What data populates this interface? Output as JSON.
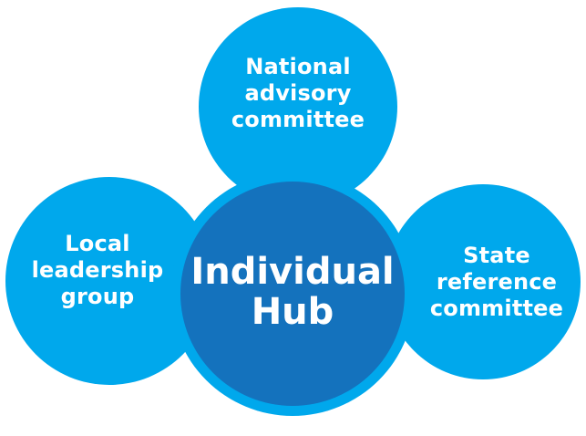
{
  "colors": {
    "outer_circle": "#00a8ec",
    "hub_circle": "#1472bd",
    "text": "#ffffff",
    "background": "#ffffff"
  },
  "nodes": {
    "top": {
      "lines": [
        "National",
        "advisory",
        "committee"
      ]
    },
    "left": {
      "lines": [
        "Local",
        "leadership",
        "group"
      ]
    },
    "right": {
      "lines": [
        "State",
        "reference",
        "committee"
      ]
    },
    "center": {
      "lines": [
        "Individual",
        "Hub"
      ]
    }
  }
}
